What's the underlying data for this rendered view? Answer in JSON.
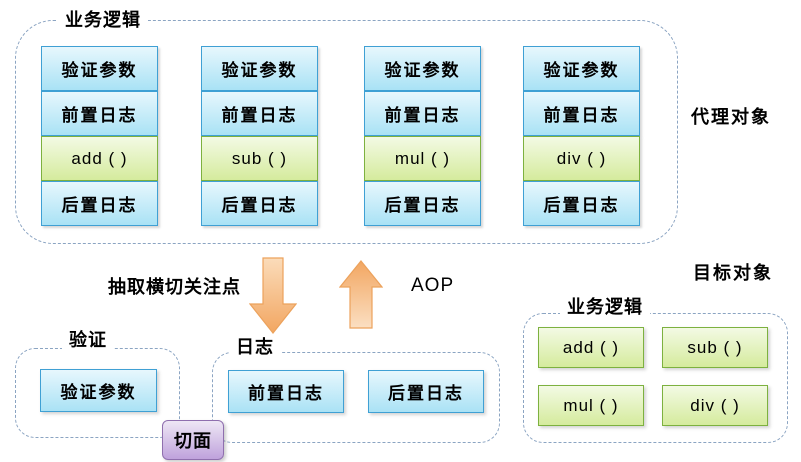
{
  "proxy": {
    "container_label": "业务逻辑",
    "side_label": "代理对象",
    "columns": [
      {
        "rows": [
          "验证参数",
          "前置日志",
          "add ( )",
          "后置日志"
        ]
      },
      {
        "rows": [
          "验证参数",
          "前置日志",
          "sub ( )",
          "后置日志"
        ]
      },
      {
        "rows": [
          "验证参数",
          "前置日志",
          "mul ( )",
          "后置日志"
        ]
      },
      {
        "rows": [
          "验证参数",
          "前置日志",
          "div ( )",
          "后置日志"
        ]
      }
    ]
  },
  "middle": {
    "extract_label": "抽取横切关注点",
    "aop_label": "AOP"
  },
  "aspects": {
    "validation": {
      "label": "验证",
      "box": "验证参数"
    },
    "logging": {
      "label": "日志",
      "boxes": [
        "前置日志",
        "后置日志"
      ]
    },
    "badge": "切面"
  },
  "target": {
    "side_label": "目标对象",
    "container_label": "业务逻辑",
    "methods": [
      "add ( )",
      "sub ( )",
      "mul ( )",
      "div ( )"
    ]
  },
  "colors": {
    "blue_box_border": "#3fa0d4",
    "blue_box_gradient_top": "#e7f7fd",
    "blue_box_gradient_bottom": "#a9e2f5",
    "green_box_border": "#7db13f",
    "green_box_gradient_top": "#f3fae4",
    "green_box_gradient_bottom": "#d5eb9d",
    "purple_badge_border": "#8f6fae",
    "purple_badge_gradient_top": "#eee7f5",
    "purple_badge_gradient_bottom": "#bfa2dc",
    "arrow_fill_light": "#fbdcba",
    "arrow_fill_dark": "#f2a661",
    "arrow_border": "#eca25c",
    "dashed_border": "#8ba4c2",
    "text": "#000000"
  }
}
